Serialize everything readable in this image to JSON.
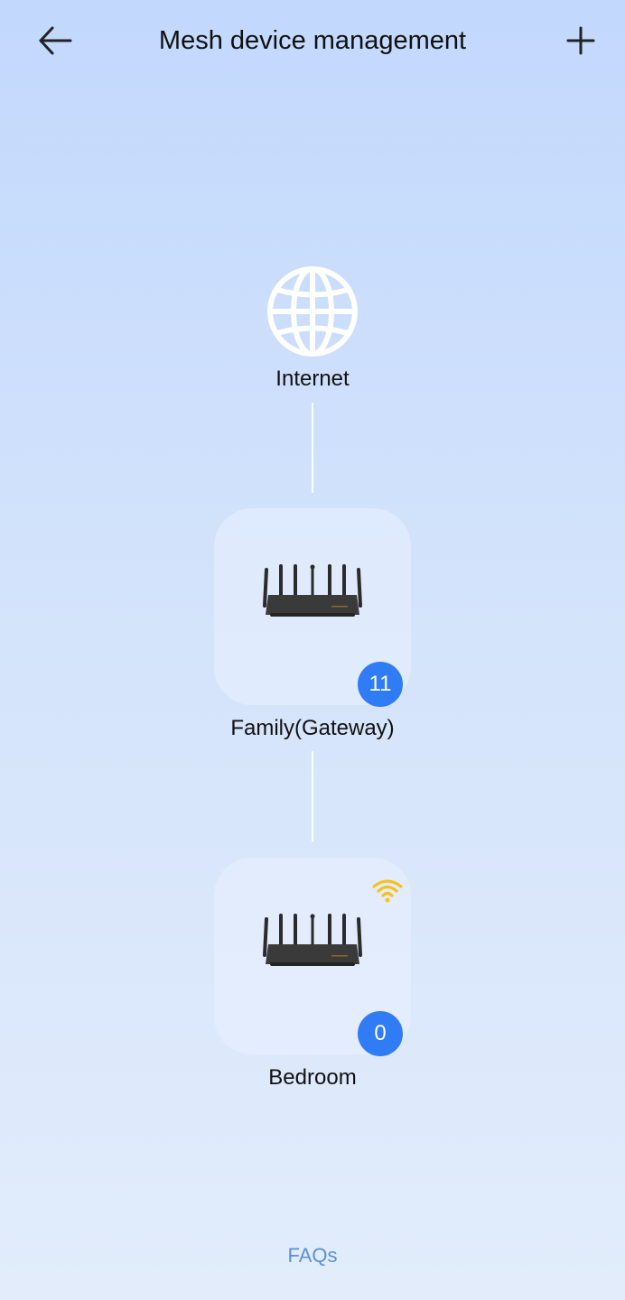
{
  "header": {
    "title": "Mesh device management"
  },
  "topology": {
    "internet": {
      "label": "Internet",
      "icon": "globe-icon"
    },
    "nodes": [
      {
        "label": "Family(Gateway)",
        "device_count": "11",
        "wifi_indicator": false
      },
      {
        "label": "Bedroom",
        "device_count": "0",
        "wifi_indicator": true
      }
    ]
  },
  "footer": {
    "faqs_label": "FAQs"
  },
  "colors": {
    "accent": "#2f7cf5",
    "wifi": "#f5c21b",
    "link": "#5b8fd6",
    "background_top": "#c2d8fd",
    "background_bottom": "#e2ecfb"
  }
}
